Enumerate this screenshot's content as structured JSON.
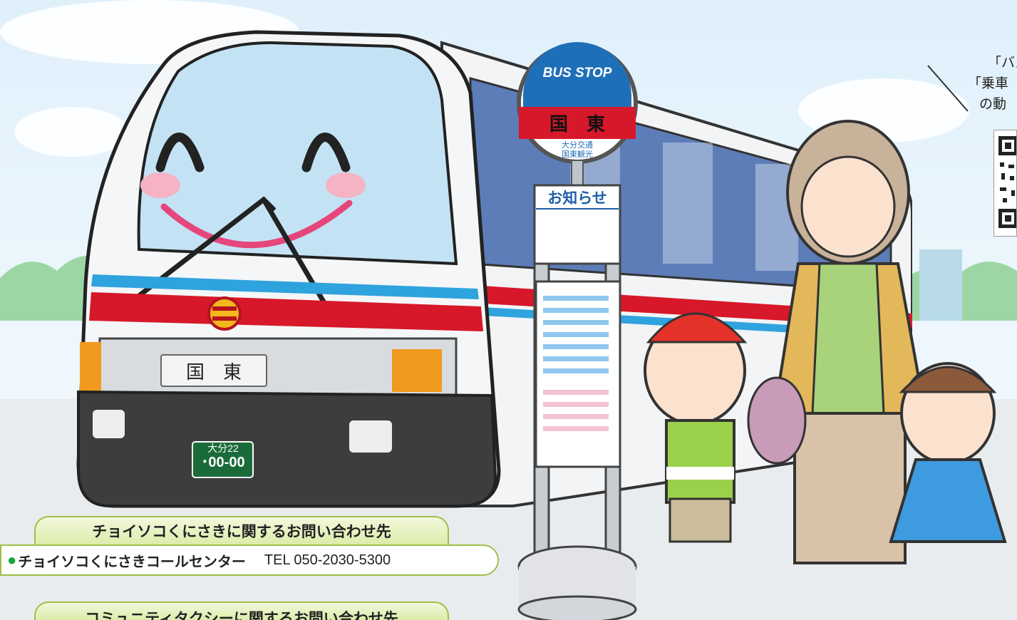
{
  "bus": {
    "front_destination": "国　東",
    "plate_region": "大分22",
    "plate_number": "･00-00"
  },
  "bus_stop": {
    "header": "BUS STOP",
    "stop_name": "国　東",
    "operators": [
      "大分交通",
      "国東観光"
    ],
    "notice_title": "お知らせ"
  },
  "note_lines": [
    "「バス",
    "「乗車",
    "の動"
  ],
  "contacts": [
    {
      "heading": "チョイソコくにさきに関するお問い合わせ先",
      "name": "チョイソコくにさきコールセンター",
      "tel": "TEL 050-2030-5300"
    },
    {
      "heading": "コミュニティタクシーに関するお問い合わせ先"
    }
  ],
  "colors": {
    "bus_red": "#d7182a",
    "bus_blue": "#2fa3de",
    "panel_green": "#9fbf48",
    "dot_green": "#1aa43a"
  }
}
